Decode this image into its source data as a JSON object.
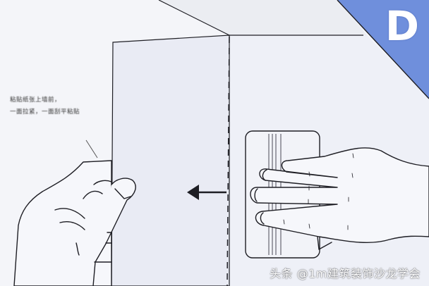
{
  "illustration": {
    "subject": "wallpaper installation step: smoothing paper from the seam with a scraper while holding the edge",
    "background_color": "#f4f5f9",
    "line_color": "#1e1e24",
    "accent_color": "#6f8fdc"
  },
  "step_badge": {
    "label": "D",
    "color": "#6f8fdc",
    "text_color": "#ffffff"
  },
  "annotation": {
    "line1": "粘贴纸张上墙前，",
    "line2": "一面拉紧，一面刮平粘贴"
  },
  "arrow": {
    "direction": "left",
    "icon": "arrow-left-icon"
  },
  "watermark": {
    "text": "头条 @1m建筑装饰沙龙学会"
  }
}
